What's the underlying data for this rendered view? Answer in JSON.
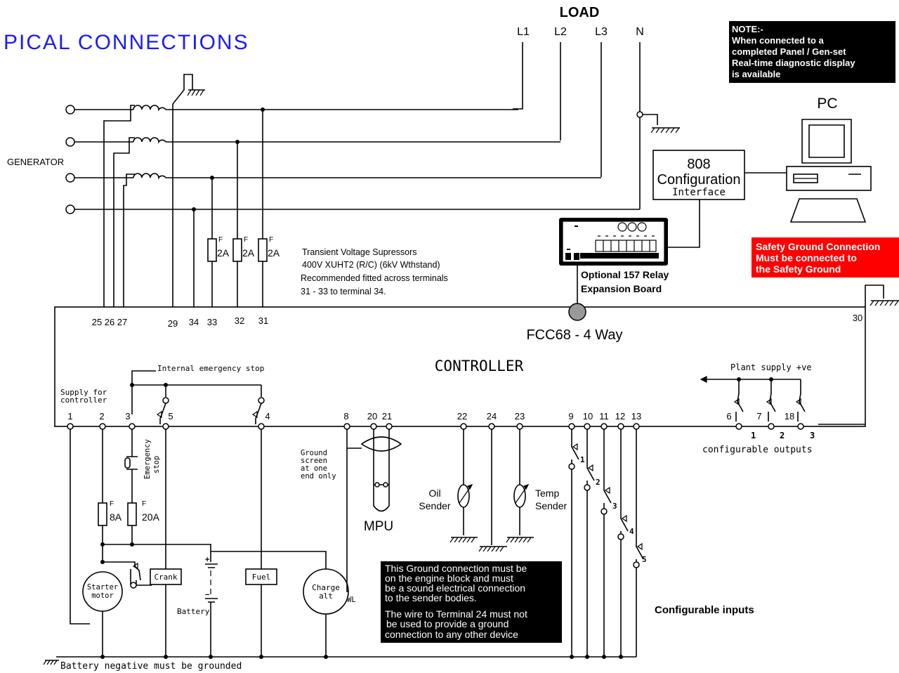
{
  "title": "PICAL CONNECTIONS",
  "load": {
    "heading": "LOAD",
    "phases": [
      "L1",
      "L2",
      "L3",
      "N"
    ]
  },
  "generator_label": "GENERATOR",
  "pc_label": "PC",
  "note_box": {
    "lines": [
      "NOTE:-",
      "When connected to a",
      "completed Panel / Gen-set",
      "Real-time diagnostic display",
      "is available"
    ],
    "bg_color": "#000000"
  },
  "safety_box": {
    "lines": [
      "Safety Ground Connection",
      "Must be connected to",
      "the Safety Ground"
    ],
    "bg_color": "#ff0000"
  },
  "interface_box": {
    "line1": "808",
    "line2": "Configuration",
    "line3": "Interface"
  },
  "relay_board": {
    "line1": "Optional 157 Relay",
    "line2": "Expansion Board"
  },
  "fuses": {
    "f_label": "F",
    "upper": [
      "2A",
      "2A",
      "2A"
    ],
    "lower": [
      "8A",
      "20A"
    ]
  },
  "suppressor_note": [
    "Transient Voltage Supressors",
    "400V XUHT2 (R/C) (6kV Wthstand)",
    "Recommended fitted across terminals",
    "31 - 33 to terminal 34."
  ],
  "top_terminals": [
    "25",
    "26",
    "27",
    "29",
    "34",
    "33",
    "32",
    "31",
    "30"
  ],
  "connector_label": "FCC68 - 4 Way",
  "controller_label": "CONTROLLER",
  "internal_estop": "Internal emergency stop",
  "supply_label": [
    "Supply for",
    "controller"
  ],
  "plant_supply": "Plant supply +ve",
  "bottom_terminals": [
    "1",
    "2",
    "3",
    "5",
    "4",
    "8",
    "20",
    "21",
    "22",
    "24",
    "23",
    "9",
    "10",
    "11",
    "12",
    "13",
    "6",
    "7",
    "18"
  ],
  "output_numbers": [
    "1",
    "2",
    "3"
  ],
  "configurable_outputs": "configurable outputs",
  "input_numbers": [
    "1",
    "2",
    "3",
    "4",
    "5"
  ],
  "configurable_inputs": "Configurable inputs",
  "emergency_stop": [
    "Emergency",
    "stop"
  ],
  "ground_screen": [
    "Ground",
    "screen",
    "at one",
    "end only"
  ],
  "mpu_label": "MPU",
  "oil_sender": [
    "Oil",
    "Sender"
  ],
  "temp_sender": [
    "Temp",
    "Sender"
  ],
  "starter_motor": [
    "Starter",
    "motor"
  ],
  "crank_label": "Crank",
  "fuel_label": "Fuel",
  "battery_label": "Battery",
  "charge_alt": [
    "Charge",
    "alt"
  ],
  "wl_label": "WL",
  "ground_note": {
    "para1": [
      "This Ground connection must be",
      "on the engine block and must",
      "be a sound electrical connection",
      "to the sender bodies."
    ],
    "para2": [
      "The wire to Terminal 24 must not",
      "be used to provide a ground",
      "connection to any other device"
    ]
  },
  "battery_note": "Battery negative must be grounded",
  "colors": {
    "title": "#1a1aff",
    "note_bg": "#000000",
    "safety_bg": "#ff0000"
  }
}
